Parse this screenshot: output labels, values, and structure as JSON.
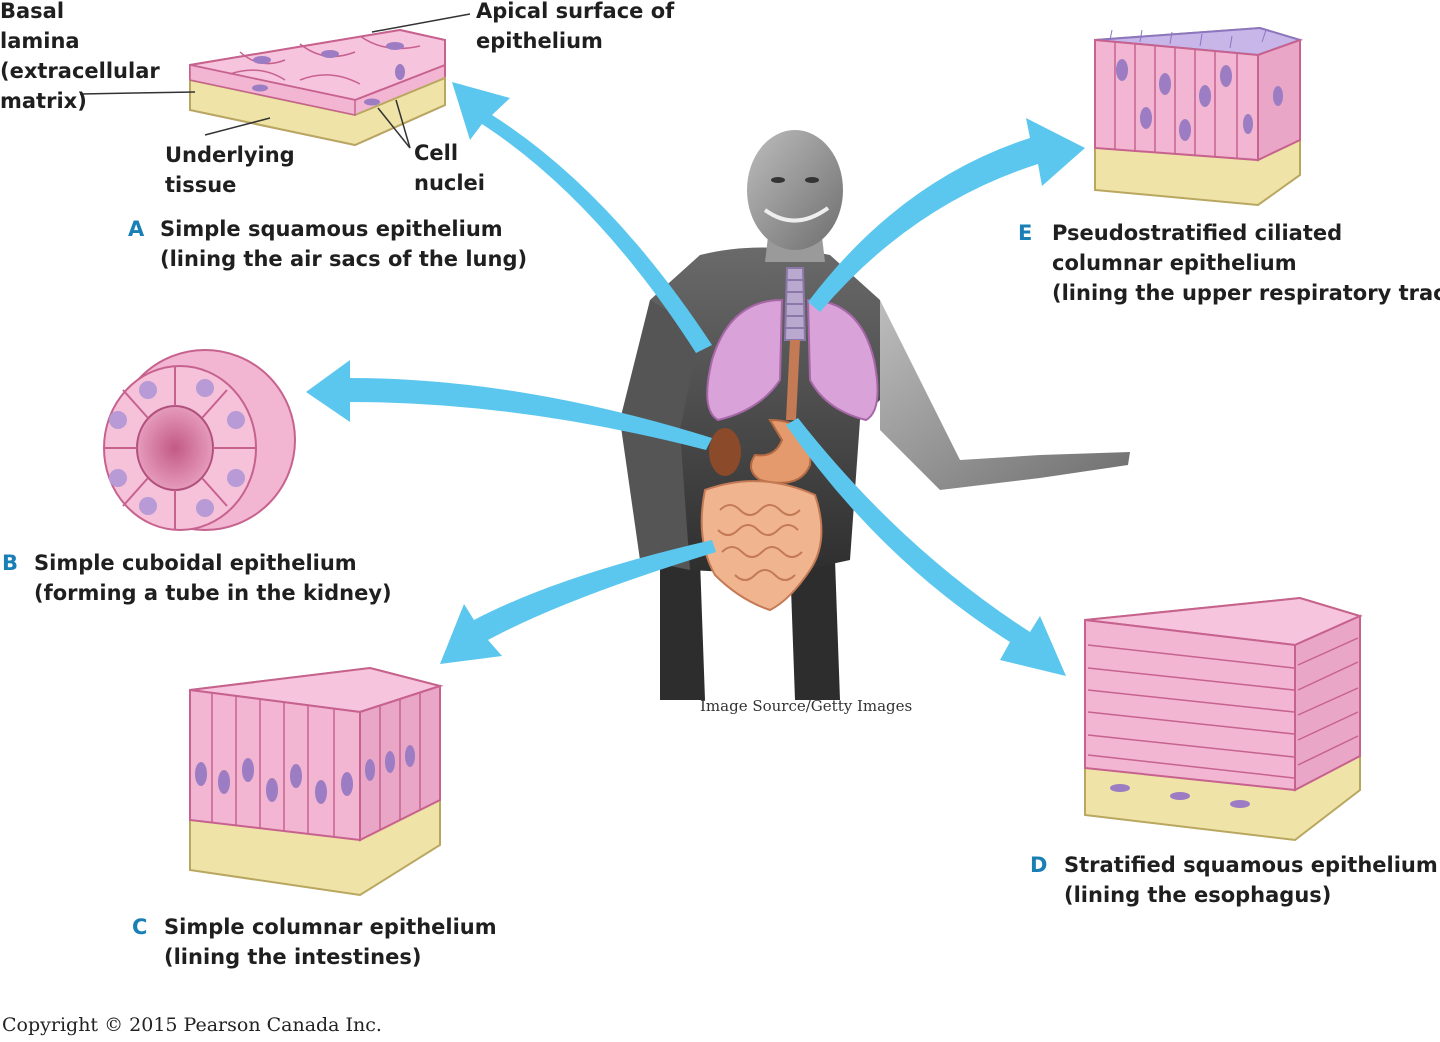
{
  "panels": {
    "A": {
      "letter": "A",
      "title": "Simple squamous epithelium",
      "subtitle": "(lining the air sacs of the lung)",
      "labels": {
        "basal_lamina": [
          "Basal",
          "lamina",
          "(extracellular",
          "matrix)"
        ],
        "apical_surface": [
          "Apical surface of",
          "epithelium"
        ],
        "underlying_tissue": [
          "Underlying",
          "tissue"
        ],
        "cell_nuclei": [
          "Cell",
          "nuclei"
        ]
      }
    },
    "B": {
      "letter": "B",
      "title": "Simple cuboidal epithelium",
      "subtitle": "(forming a tube in the kidney)"
    },
    "C": {
      "letter": "C",
      "title": "Simple columnar epithelium",
      "subtitle": "(lining the intestines)"
    },
    "D": {
      "letter": "D",
      "title": "Stratified squamous epithelium",
      "subtitle": "(lining the esophagus)"
    },
    "E": {
      "letter": "E",
      "title": "Pseudostratified ciliated",
      "title2": "columnar epithelium",
      "subtitle": "(lining the upper respiratory tract)"
    }
  },
  "image_credit": "Image Source/Getty Images",
  "copyright": "Copyright © 2015 Pearson Canada Inc.",
  "colors": {
    "arrow": "#5bc7ee",
    "cell_pink": "#f2b6d2",
    "cell_edge": "#c7628f",
    "nucleus": "#9c7cc2",
    "basal_tissue": "#efe3a8",
    "letter_blue": "#1a7fb5"
  }
}
